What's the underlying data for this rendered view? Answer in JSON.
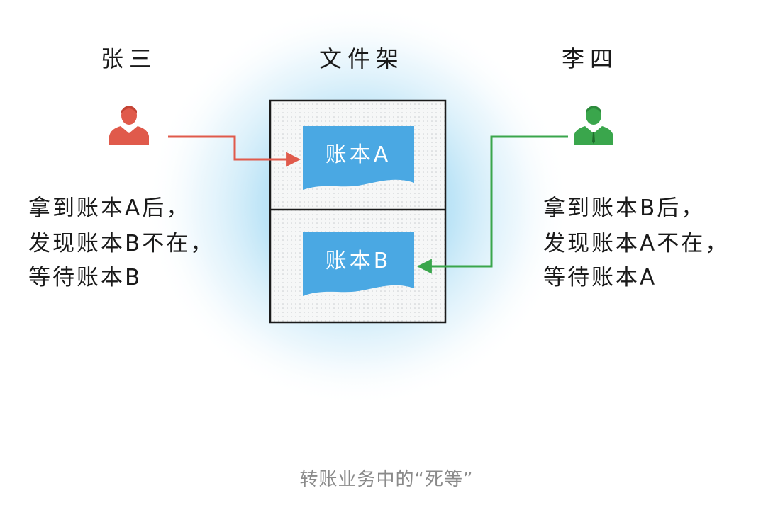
{
  "people": {
    "left": {
      "name": "张三",
      "note": [
        "拿到账本A后，",
        "发现账本B不在，",
        "等待账本B"
      ],
      "color": "#e05a4b"
    },
    "right": {
      "name": "李四",
      "note": [
        "拿到账本B后，",
        "发现账本A不在，",
        "等待账本A"
      ],
      "color": "#3aa64c"
    }
  },
  "shelf": {
    "title": "文件架",
    "books": [
      "账本A",
      "账本B"
    ],
    "book_color": "#4aa8e3"
  },
  "caption": "转账业务中的“死等”",
  "icons": [
    "person-icon-red",
    "person-icon-green"
  ]
}
